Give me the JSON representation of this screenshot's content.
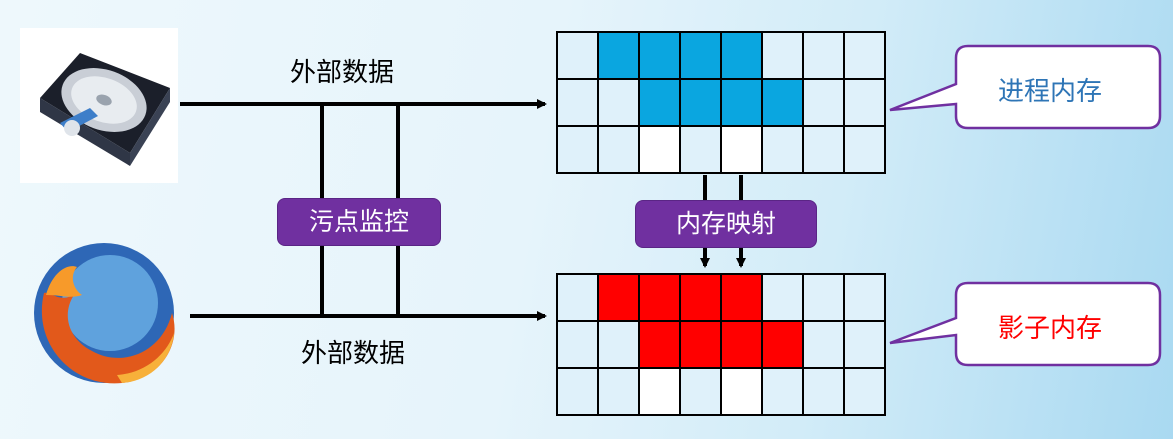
{
  "labels": {
    "external_data_top": "外部数据",
    "external_data_bottom": "外部数据",
    "taint_monitor": "污点监控",
    "memory_mapping": "内存映射",
    "process_memory": "进程内存",
    "shadow_memory": "影子内存"
  },
  "colors": {
    "process_fill": "#0aa6e0",
    "shadow_fill": "#ff0000",
    "empty_fill": "#dff1fa",
    "blank_fill": "#ffffff",
    "tag_purple": "#7030a0",
    "process_text": "#2e75b6",
    "shadow_text": "#ff0000"
  },
  "grids": {
    "process": [
      [
        "e",
        "f",
        "f",
        "f",
        "f",
        "e",
        "e",
        "e"
      ],
      [
        "e",
        "e",
        "f",
        "f",
        "f",
        "f",
        "e",
        "e"
      ],
      [
        "e",
        "e",
        "w",
        "e",
        "w",
        "e",
        "e",
        "e"
      ]
    ],
    "shadow": [
      [
        "e",
        "f",
        "f",
        "f",
        "f",
        "e",
        "e",
        "e"
      ],
      [
        "e",
        "e",
        "f",
        "f",
        "f",
        "f",
        "e",
        "e"
      ],
      [
        "e",
        "e",
        "w",
        "e",
        "w",
        "e",
        "e",
        "e"
      ]
    ]
  },
  "icons": {
    "top": "hard-disk-icon",
    "bottom": "firefox-browser-icon"
  }
}
